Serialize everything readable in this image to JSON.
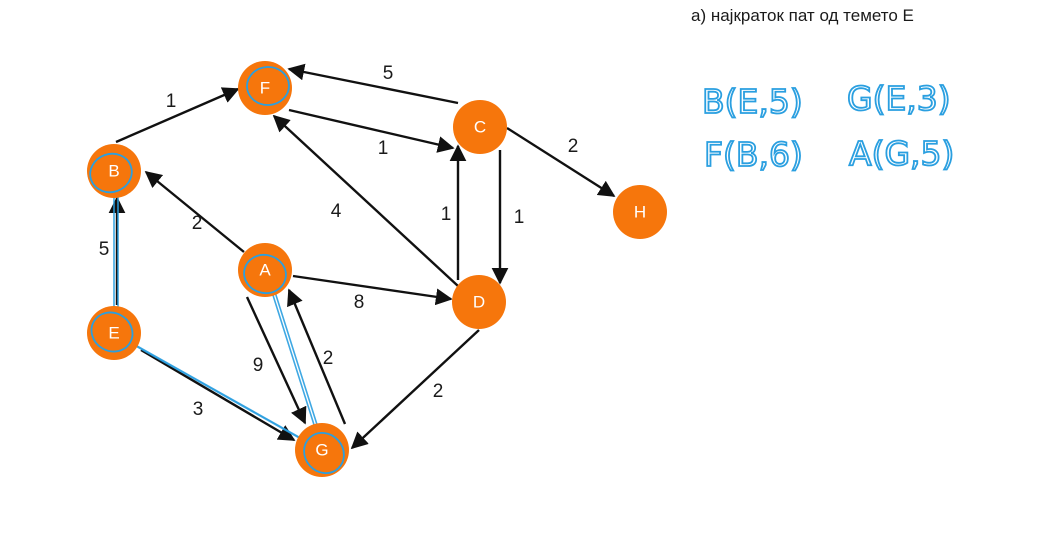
{
  "task": {
    "title": "а) најкраток пат од темето Е"
  },
  "colors": {
    "node": "#f6760c",
    "edge": "#111111",
    "annotation": "#2a9fe0"
  },
  "graph": {
    "nodes": [
      {
        "id": "F",
        "label": "F"
      },
      {
        "id": "C",
        "label": "C"
      },
      {
        "id": "B",
        "label": "B"
      },
      {
        "id": "H",
        "label": "H"
      },
      {
        "id": "A",
        "label": "A"
      },
      {
        "id": "D",
        "label": "D"
      },
      {
        "id": "E",
        "label": "E"
      },
      {
        "id": "G",
        "label": "G"
      }
    ],
    "edges": [
      {
        "from": "B",
        "to": "F",
        "weight": "1"
      },
      {
        "from": "C",
        "to": "F",
        "weight": "5"
      },
      {
        "from": "F",
        "to": "C",
        "weight": "1"
      },
      {
        "from": "C",
        "to": "H",
        "weight": "2"
      },
      {
        "from": "D",
        "to": "F",
        "weight": "4"
      },
      {
        "from": "D",
        "to": "C",
        "weight": "1"
      },
      {
        "from": "C",
        "to": "D",
        "weight": "1"
      },
      {
        "from": "A",
        "to": "B",
        "weight": "2"
      },
      {
        "from": "E",
        "to": "B",
        "weight": "5"
      },
      {
        "from": "A",
        "to": "D",
        "weight": "8"
      },
      {
        "from": "A",
        "to": "G",
        "weight": "9"
      },
      {
        "from": "G",
        "to": "A",
        "weight": "2"
      },
      {
        "from": "D",
        "to": "G",
        "weight": "2"
      },
      {
        "from": "E",
        "to": "G",
        "weight": "3"
      }
    ]
  },
  "annotations": {
    "circled_nodes": [
      "B",
      "F",
      "A",
      "E",
      "G"
    ],
    "highlighted_path": [
      "B",
      "E",
      "G",
      "A"
    ],
    "notes": [
      {
        "text": "B(E,5)"
      },
      {
        "text": "G(E,3)"
      },
      {
        "text": "F(B,6)"
      },
      {
        "text": "A(G,5)"
      }
    ]
  }
}
